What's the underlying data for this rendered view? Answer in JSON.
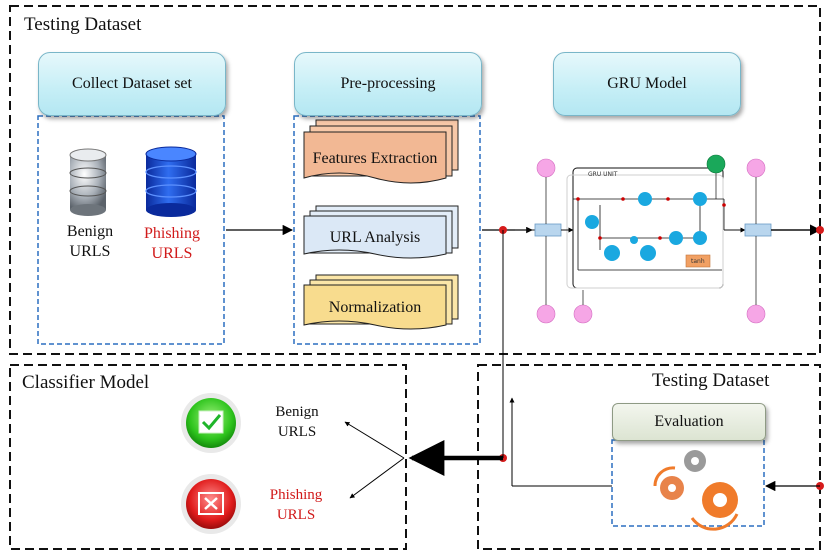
{
  "top_section": {
    "title": "Testing Dataset",
    "collect": {
      "title": "Collect Dataset set",
      "benign_label": "Benign URLS",
      "phishing_label": "Phishing URLS"
    },
    "preprocessing": {
      "title": "Pre-processing",
      "steps": [
        "Features Extraction",
        "URL Analysis",
        "Normalization"
      ]
    },
    "gru": {
      "title": "GRU Model",
      "unit_label": "GRU UNIT",
      "gate_label": "tanh"
    }
  },
  "classifier": {
    "title": "Classifier Model",
    "benign": "Benign URLS",
    "phishing": "Phishing URLS"
  },
  "testing_bottom": {
    "title": "Testing Dataset",
    "evaluation": "Evaluation"
  },
  "colors": {
    "accent_red": "#d11a1a",
    "box_cyan": "#c5eef6",
    "check_green": "#1fb52a",
    "cross_red": "#d41515"
  }
}
